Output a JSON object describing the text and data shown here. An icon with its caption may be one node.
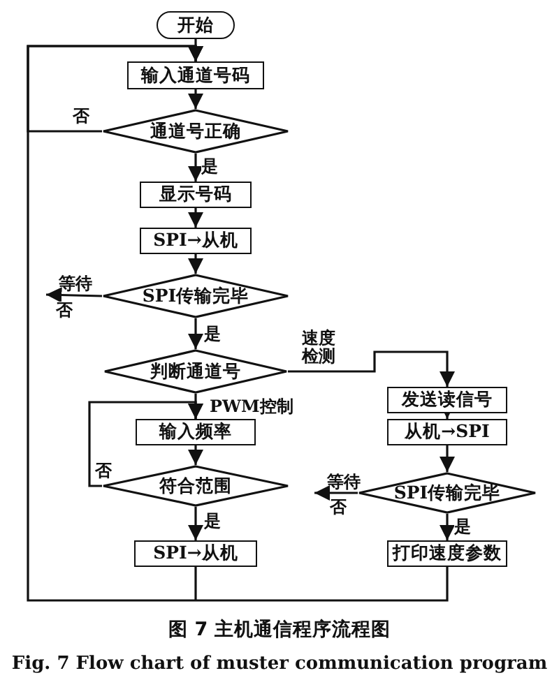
{
  "diagram": {
    "caption": "图 7 主机通信程序流程图",
    "nodes": [
      {
        "text": [
          "开始"
        ]
      },
      {
        "text": [
          "输入通道号码"
        ]
      },
      {
        "text": [
          "通道号正确"
        ]
      },
      {
        "text": [
          "显示号码"
        ]
      },
      {
        "text": [
          "SPI→从机"
        ]
      },
      {
        "text": [
          "SPI传输完毕"
        ]
      },
      {
        "text": [
          "判断通道号"
        ]
      },
      {
        "text": [
          "发送读信号"
        ]
      },
      {
        "text": [
          "输入频率"
        ]
      },
      {
        "text": [
          "从机→SPI"
        ]
      },
      {
        "text": [
          "符合范围"
        ]
      },
      {
        "text": [
          "SPI传输完毕"
        ]
      },
      {
        "text": [
          "SPI→从机"
        ]
      },
      {
        "text": [
          "打印速度参数"
        ]
      },
      {
        "text": [
          "等待"
        ]
      },
      {
        "text": [
          "等待"
        ]
      }
    ],
    "edges": [
      {
        "from": 0,
        "to": 1,
        "arrow": "to"
      },
      {
        "from": 1,
        "to": 2,
        "arrow": "to"
      },
      {
        "from": 2,
        "to": 1,
        "arrow": "to",
        "label": "否"
      },
      {
        "from": 2,
        "to": 3,
        "arrow": "to",
        "label": "是"
      },
      {
        "from": 3,
        "to": 4,
        "arrow": "to"
      },
      {
        "from": 4,
        "to": 5,
        "arrow": "to"
      },
      {
        "from": 5,
        "to": 14,
        "arrow": "to",
        "label": "否"
      },
      {
        "from": 5,
        "to": 6,
        "arrow": "to",
        "label": "是"
      },
      {
        "from": 6,
        "to": 7,
        "arrow": "to",
        "label": "速度检测"
      },
      {
        "from": 6,
        "to": 8,
        "arrow": "to",
        "label": "PWM控制"
      },
      {
        "from": 10,
        "to": 8,
        "arrow": "to",
        "label": "否"
      },
      {
        "from": 7,
        "to": 9,
        "arrow": "to"
      },
      {
        "from": 8,
        "to": 10,
        "arrow": "to"
      },
      {
        "from": 9,
        "to": 11,
        "arrow": "to"
      },
      {
        "from": 10,
        "to": 12,
        "arrow": "to",
        "label": "是"
      },
      {
        "from": 11,
        "to": 15,
        "arrow": "to",
        "label": "否"
      },
      {
        "from": 11,
        "to": 13,
        "arrow": "to",
        "label": "是"
      },
      {
        "from": 12,
        "to": 1,
        "arrow": "to"
      },
      {
        "from": 13,
        "to": 1,
        "arrow": "to"
      }
    ],
    "labels": [
      "Fig. 7 Flow chart of muster communication program"
    ]
  }
}
